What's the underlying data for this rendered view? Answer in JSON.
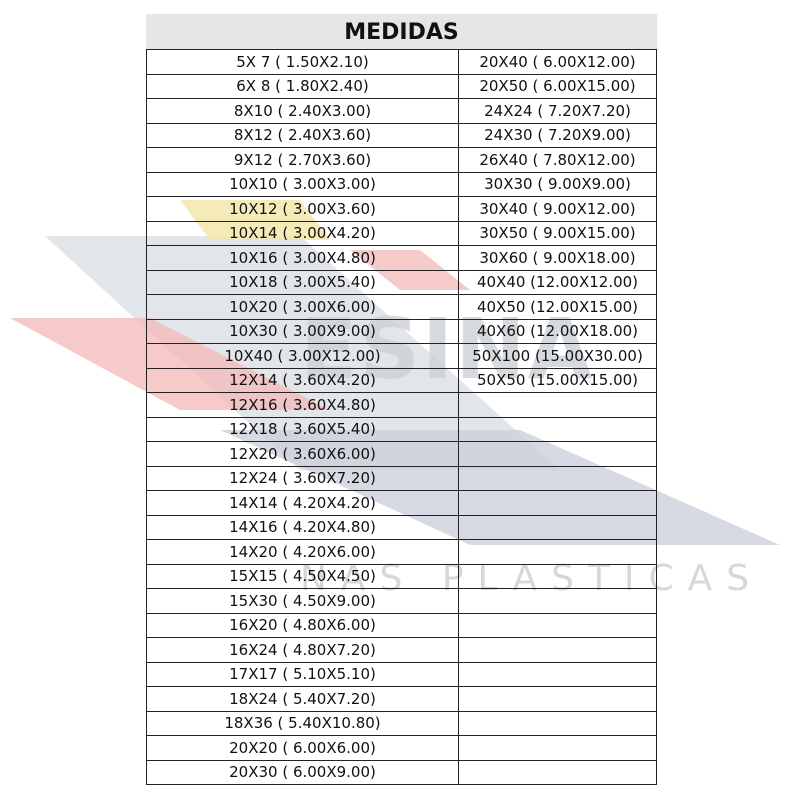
{
  "header": {
    "title": "MEDIDAS"
  },
  "watermark": {
    "text": "ESINA",
    "subtext": "NAS PLASTICAS"
  },
  "colors": {
    "stripe_red": "#f4b8b8",
    "stripe_yellow": "#f3e6a6",
    "stripe_gray": "#d6dae0",
    "stripe_blue_gray": "#c9ced8"
  },
  "left_column": [
    "5X 7 ( 1.50X2.10)",
    "6X 8 ( 1.80X2.40)",
    "8X10 ( 2.40X3.00)",
    "8X12 ( 2.40X3.60)",
    "9X12 ( 2.70X3.60)",
    "10X10 ( 3.00X3.00)",
    "10X12 ( 3.00X3.60)",
    "10X14 ( 3.00X4.20)",
    "10X16 ( 3.00X4.80)",
    "10X18 ( 3.00X5.40)",
    "10X20 ( 3.00X6.00)",
    "10X30 ( 3.00X9.00)",
    "10X40 ( 3.00X12.00)",
    "12X14 ( 3.60X4.20)",
    "12X16 ( 3.60X4.80)",
    "12X18 ( 3.60X5.40)",
    "12X20 ( 3.60X6.00)",
    "12X24 ( 3.60X7.20)",
    "14X14 ( 4.20X4.20)",
    "14X16 ( 4.20X4.80)",
    "14X20 ( 4.20X6.00)",
    "15X15 ( 4.50X4.50)",
    "15X30 ( 4.50X9.00)",
    "16X20 ( 4.80X6.00)",
    "16X24 ( 4.80X7.20)",
    "17X17 ( 5.10X5.10)",
    "18X24 ( 5.40X7.20)",
    "18X36 ( 5.40X10.80)",
    "20X20 ( 6.00X6.00)",
    "20X30 ( 6.00X9.00)"
  ],
  "right_column": [
    "20X40 ( 6.00X12.00)",
    "20X50 ( 6.00X15.00)",
    "24X24 ( 7.20X7.20)",
    "24X30 ( 7.20X9.00)",
    "26X40 ( 7.80X12.00)",
    "30X30 ( 9.00X9.00)",
    "30X40 ( 9.00X12.00)",
    "30X50 ( 9.00X15.00)",
    "30X60 ( 9.00X18.00)",
    "40X40 (12.00X12.00)",
    "40X50 (12.00X15.00)",
    "40X60 (12.00X18.00)",
    "50X100 (15.00X30.00)",
    "50X50 (15.00X15.00)",
    "",
    "",
    "",
    "",
    "",
    "",
    "",
    "",
    "",
    "",
    "",
    "",
    "",
    "",
    "",
    ""
  ]
}
